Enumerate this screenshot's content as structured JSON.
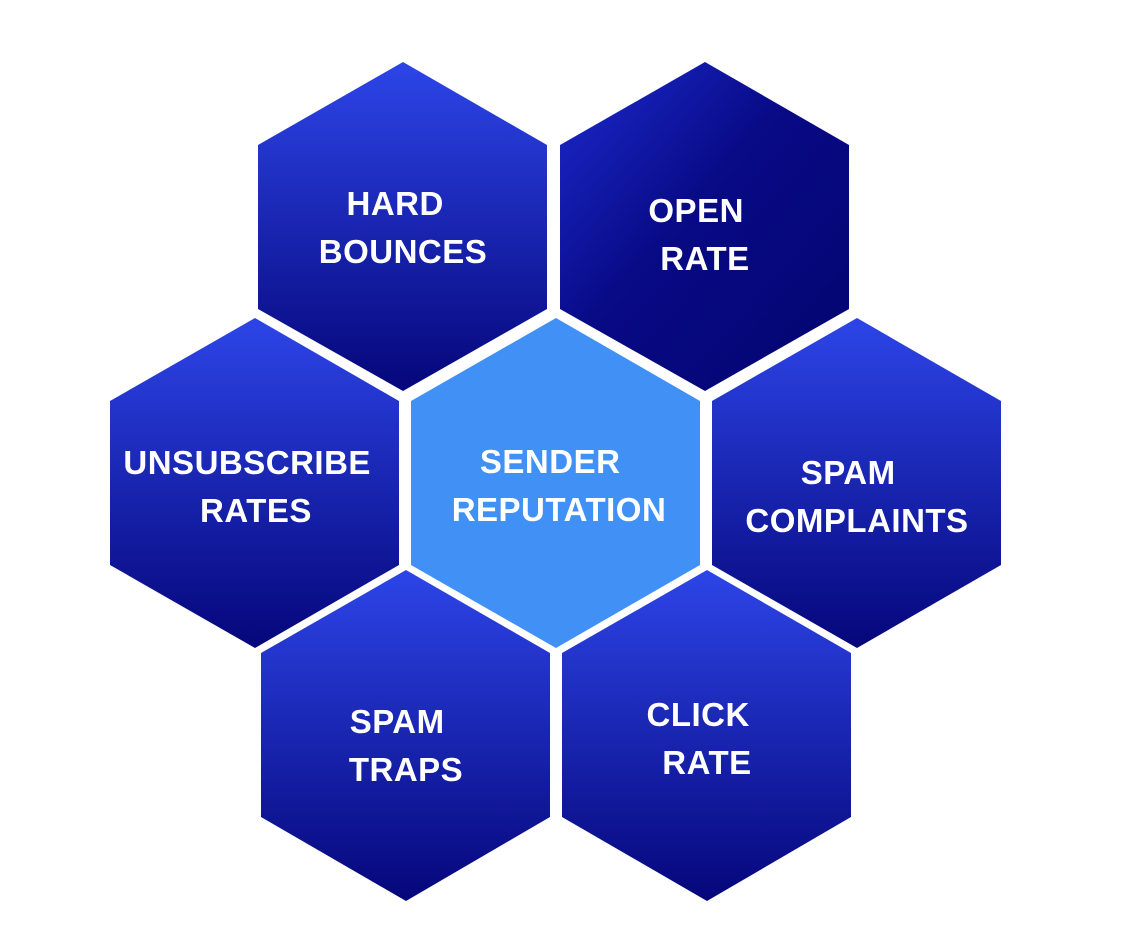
{
  "diagram": {
    "center": {
      "lines": [
        "SENDER",
        "REPUTATION"
      ]
    },
    "hexagons": [
      {
        "id": "hard-bounces",
        "lines": [
          "HARD",
          "BOUNCES"
        ]
      },
      {
        "id": "open-rate",
        "lines": [
          "OPEN",
          "RATE"
        ]
      },
      {
        "id": "unsubscribe-rates",
        "lines": [
          "UNSUBSCRIBE",
          "RATES"
        ]
      },
      {
        "id": "spam-complaints",
        "lines": [
          "SPAM",
          "COMPLAINTS"
        ]
      },
      {
        "id": "spam-traps",
        "lines": [
          "SPAM",
          "TRAPS"
        ]
      },
      {
        "id": "click-rate",
        "lines": [
          "CLICK",
          "RATE"
        ]
      }
    ]
  },
  "colors": {
    "outer_light": "#2d45e8",
    "outer_dark": "#05067a",
    "center": "#4190f5",
    "text": "#ffffff"
  }
}
